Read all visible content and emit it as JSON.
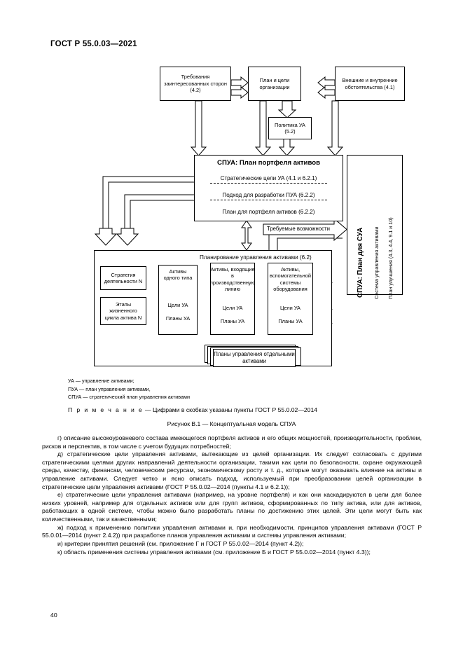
{
  "header": {
    "standard": "ГОСТ Р 55.0.03—2021"
  },
  "page_number": "40",
  "figure": {
    "top_boxes": [
      {
        "id": "requirements",
        "text": "Требования заинтересованных сторон (4.2)"
      },
      {
        "id": "plan-goals",
        "text": "План и цели организации"
      },
      {
        "id": "circumstances",
        "text": "Внешние и внутренние обстоятельства (4.1)"
      }
    ],
    "policy_box": {
      "text": "Политика УА (5.2)"
    },
    "spua": {
      "title": "СПУА: План портфеля активов",
      "lines": [
        "Стратегические цели УА (4.1 и 6.2.1)",
        "Подход для разработки ПУА (6.2.2)",
        "План для портфеля активов (6.2.2)"
      ]
    },
    "sua": {
      "title": "СПУА: План для СУА",
      "sub1": "Система управления активами",
      "sub2": "План улучшения (4.3, 4.4, 9.1 и 10)"
    },
    "capability_label": "Требуемые возможности",
    "planning": {
      "title": "Планирование управления активами (6.2)",
      "left_boxes": [
        {
          "text": "Стратегия деятельности N"
        },
        {
          "text": "Этапы жизненного цикла актива N"
        }
      ],
      "asset_columns": [
        {
          "head": "Активы одного типа",
          "goals": "Цели УА",
          "plans": "Планы УА"
        },
        {
          "head": "Активы, входящие в производственную линию",
          "goals": "Цели УА",
          "plans": "Планы УА"
        },
        {
          "head": "Активы, вспомогательной системы оборудования",
          "goals": "Цели УА",
          "plans": "Планы УА"
        }
      ],
      "stack_box": "Планы управления отдельными активами"
    },
    "legend": [
      "УА — управление активами;",
      "ПУА —  план управления активами,",
      "СПУА —  стратегический план управления активами"
    ],
    "note_label": "П р и м е ч а н и е",
    "note_text": "  — Цифрами в скобках указаны пункты ГОСТ Р 55.0.02—2014",
    "caption": "Рисунок В.1 — Концептуальная модель СПУА"
  },
  "body": {
    "paragraphs": [
      "г) описание высокоуровневого состава имеющегося портфеля активов и его общих мощностей, производительности, проблем, рисков и перспектив, в том числе с учетом будущих потребностей;",
      "д) стратегические цели управления активами, вытекающие из целей организации. Их следует согласовать с другими стратегическими целями других направлений деятельности организации, такими как цели по безопасности, охране окружающей среды, качеству, финансам, человеческим ресурсам, экономическому росту и т. д., которые могут оказывать влияние на активы и управление активами. Следует четко и ясно описать подход, используемый при преобразовании целей организации в стратегические цели управления активами (ГОСТ Р 55.0.02—2014 (пункты 4.1 и 6.2.1));",
      "е) стратегические цели управления активами (например, на уровне портфеля) и как они каскадируются в цели для более низких уровней, например для отдельных активов или для групп активов, сформированных по типу актива, или для активов, работающих в одной системе, чтобы можно было разработать планы по достижению этих целей. Эти цели могут быть как количественными, так и качественными;",
      "ж) подход к применению политики управления активами и, при необходимости, принципов управления активами (ГОСТ Р 55.0.01—2014 (пункт 2.4.2)) при разработке планов управления активами и системы управления активами;",
      "и)  критерии принятия решений (см. приложение Г и ГОСТ Р 55.0.02—2014 (пункт 4.2));",
      "к) область применения системы управления активами (см. приложение Б и ГОСТ Р 55.0.02—2014 (пункт 4.3));"
    ]
  }
}
